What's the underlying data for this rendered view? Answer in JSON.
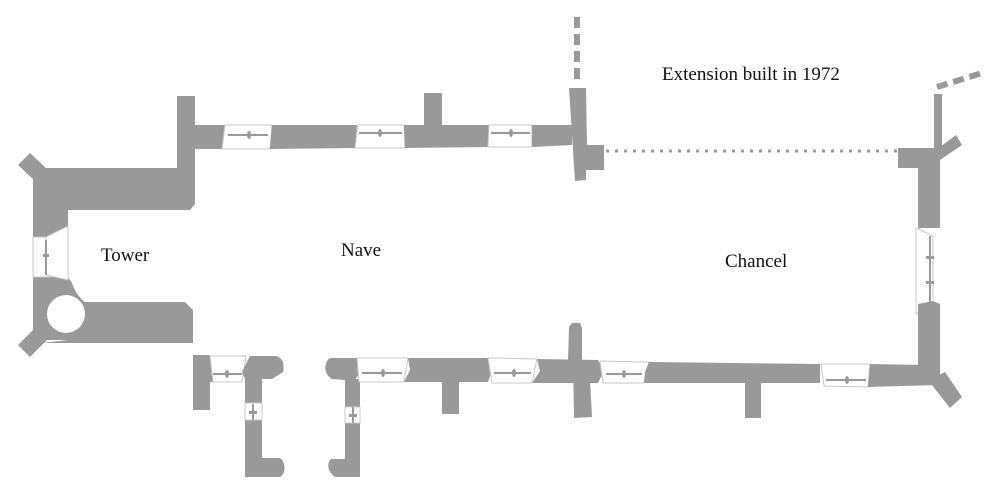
{
  "plan": {
    "type": "church floor plan",
    "wall_color": "#999999",
    "background_color": "#ffffff",
    "text_color": "#111111",
    "labels": {
      "tower": "Tower",
      "nave": "Nave",
      "chancel": "Chancel",
      "extension": "Extension built in 1972"
    }
  }
}
